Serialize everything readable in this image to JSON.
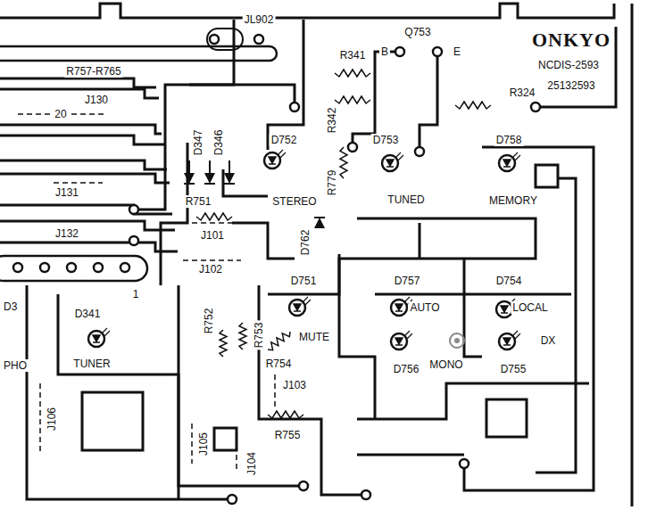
{
  "diagram": {
    "labels": [
      "ONKYO",
      "NCDIS-2593",
      "25132593",
      "Q753",
      "B",
      "E",
      "JL902",
      "R341",
      "R757-R765",
      "R342",
      "R324",
      "J130",
      "20",
      "D347",
      "D346",
      "D752",
      "D753",
      "D758",
      "R779",
      "J131",
      "R751",
      "STEREO",
      "TUNED",
      "MEMORY",
      "J101",
      "J132",
      "D762",
      "J102",
      "1",
      "D751",
      "D757",
      "D754",
      "D3",
      "D341",
      "LOCAL",
      "AUTO",
      "MUTE",
      "R752",
      "R753",
      "DX",
      "R754",
      "TUNER",
      "PHO",
      "MONO",
      "D756",
      "D755",
      "J103",
      "J106",
      "R755",
      "J105",
      "J104"
    ]
  }
}
